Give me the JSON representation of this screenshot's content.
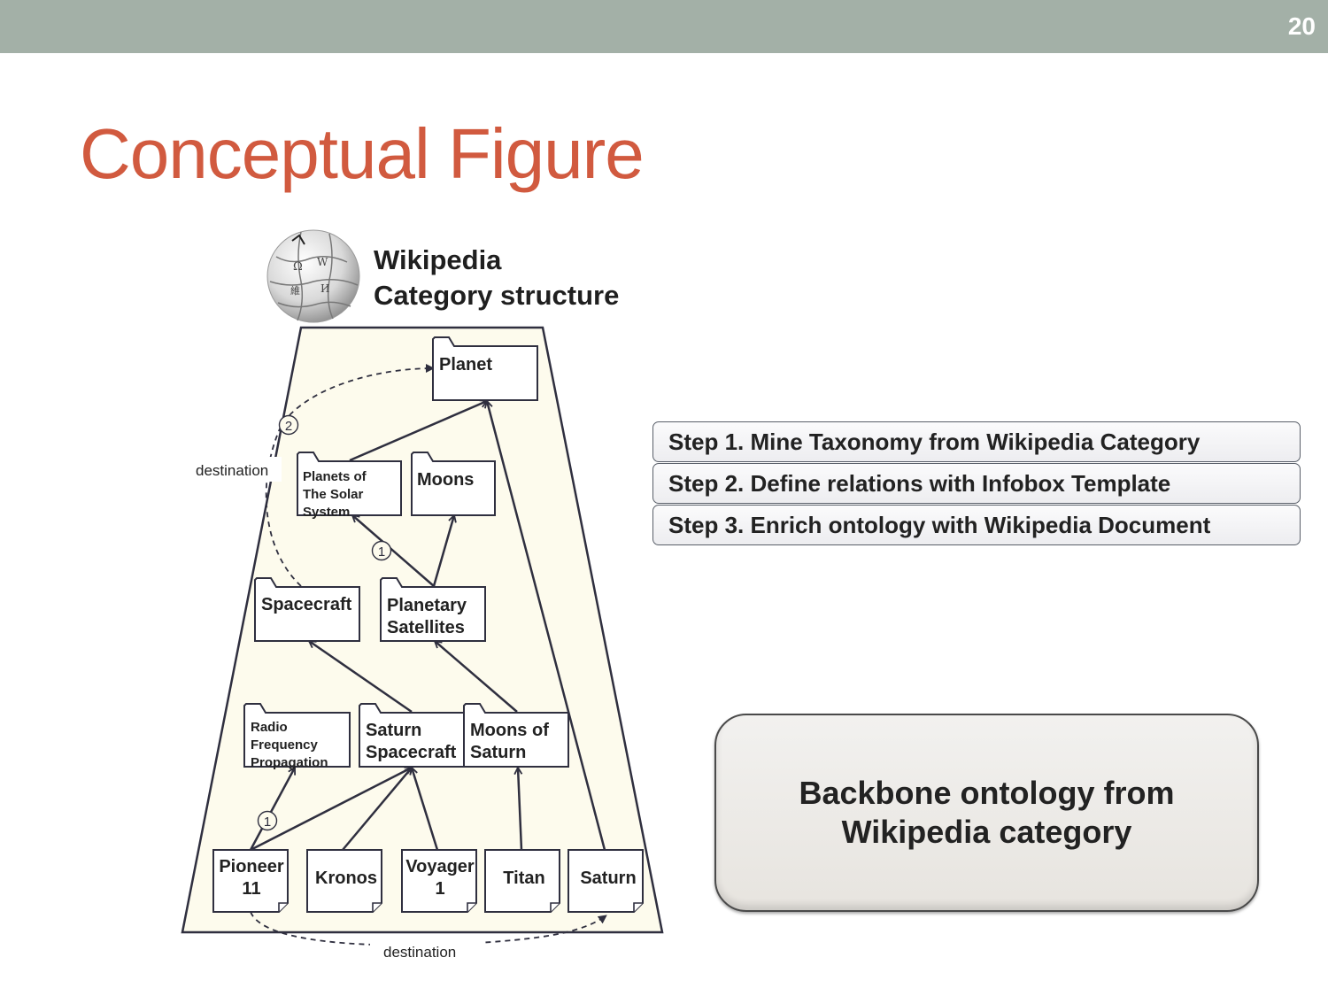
{
  "slide": {
    "page_number": "20",
    "title": "Conceptual Figure"
  },
  "wiki_header": {
    "logo_icon": "wikipedia-globe-icon",
    "line1": "Wikipedia",
    "line2": "Category structure"
  },
  "diagram": {
    "categories": {
      "planet": [
        "Planet"
      ],
      "planets_solar": [
        "Planets of",
        "The Solar",
        "System"
      ],
      "moons": [
        "Moons"
      ],
      "spacecraft": [
        "Spacecraft"
      ],
      "planetary_satellites": [
        "Planetary",
        "Satellites"
      ],
      "radio_frequency": [
        "Radio",
        "Frequency",
        "Propagation"
      ],
      "saturn_spacecraft": [
        "Saturn",
        "Spacecraft"
      ],
      "moons_of_saturn": [
        "Moons of",
        "Saturn"
      ]
    },
    "documents": {
      "pioneer": [
        "Pioneer",
        "11"
      ],
      "kronos": [
        "Kronos"
      ],
      "voyager": [
        "Voyager",
        "1"
      ],
      "titan": [
        "Titan"
      ],
      "saturn": [
        "Saturn"
      ]
    },
    "labels": {
      "destination_top": "destination",
      "destination_bottom": "destination",
      "marker_2": "2",
      "marker_1a": "1",
      "marker_1b": "1"
    }
  },
  "steps": [
    "Step 1. Mine Taxonomy from Wikipedia Category",
    "Step 2. Define relations with Infobox Template",
    "Step 3. Enrich ontology with Wikipedia Document"
  ],
  "backbone": {
    "line1": "Backbone ontology from",
    "line2": "Wikipedia category"
  },
  "colors": {
    "title": "#d15a3f",
    "topbar": "#a3b0a7",
    "pyramid_fill": "#fdfbed",
    "stroke": "#2f2f3f"
  }
}
